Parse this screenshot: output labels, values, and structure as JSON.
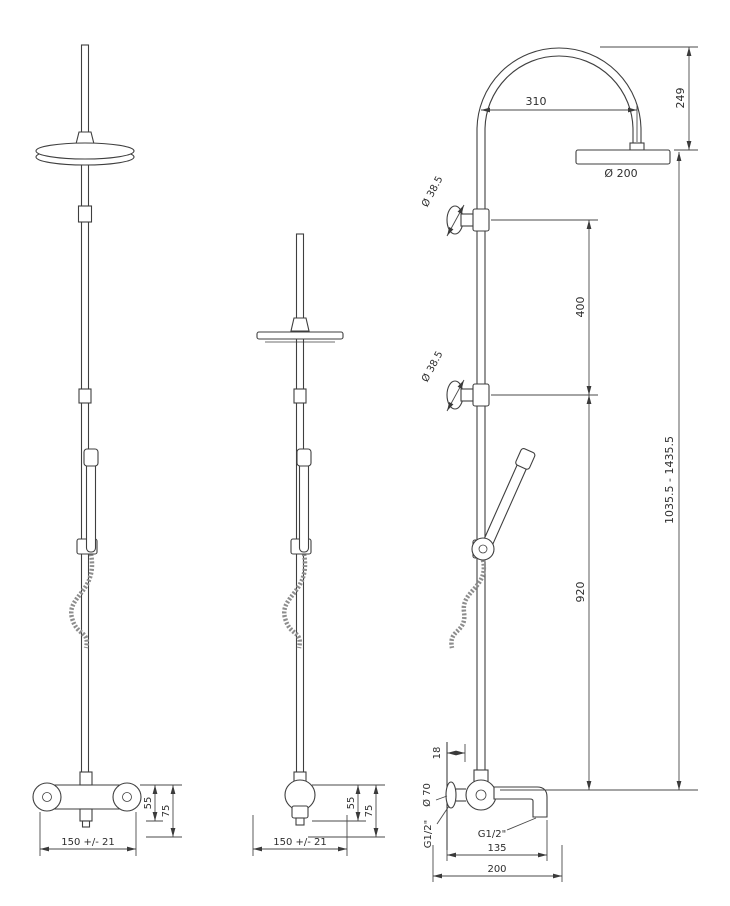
{
  "drawing": {
    "front_view": {
      "dim_supply_spacing": "150 +/- 21",
      "dim_spout_height": "55",
      "dim_body_height": "75"
    },
    "side_view": {
      "dim_supply_spacing": "150 +/- 21",
      "dim_spout_height": "55",
      "dim_body_height": "75"
    },
    "dimensioned_view": {
      "dim_arm_reach": "310",
      "dim_arc_height": "249",
      "dim_head_diameter": "Ø 200",
      "dim_upper_bracket_diameter": "Ø 38.5",
      "dim_lower_bracket_diameter": "Ø 38.5",
      "dim_bracket_spacing": "400",
      "dim_riser_length": "920",
      "dim_total_height": "1035.5 - 1435.5",
      "dim_escutcheon_diameter": "Ø 70",
      "dim_wall_offset": "18",
      "dim_inlet_thread": "G1/2\"",
      "dim_outlet_thread": "G1/2\"",
      "dim_spout_reach": "135",
      "dim_overall_reach": "200"
    }
  }
}
